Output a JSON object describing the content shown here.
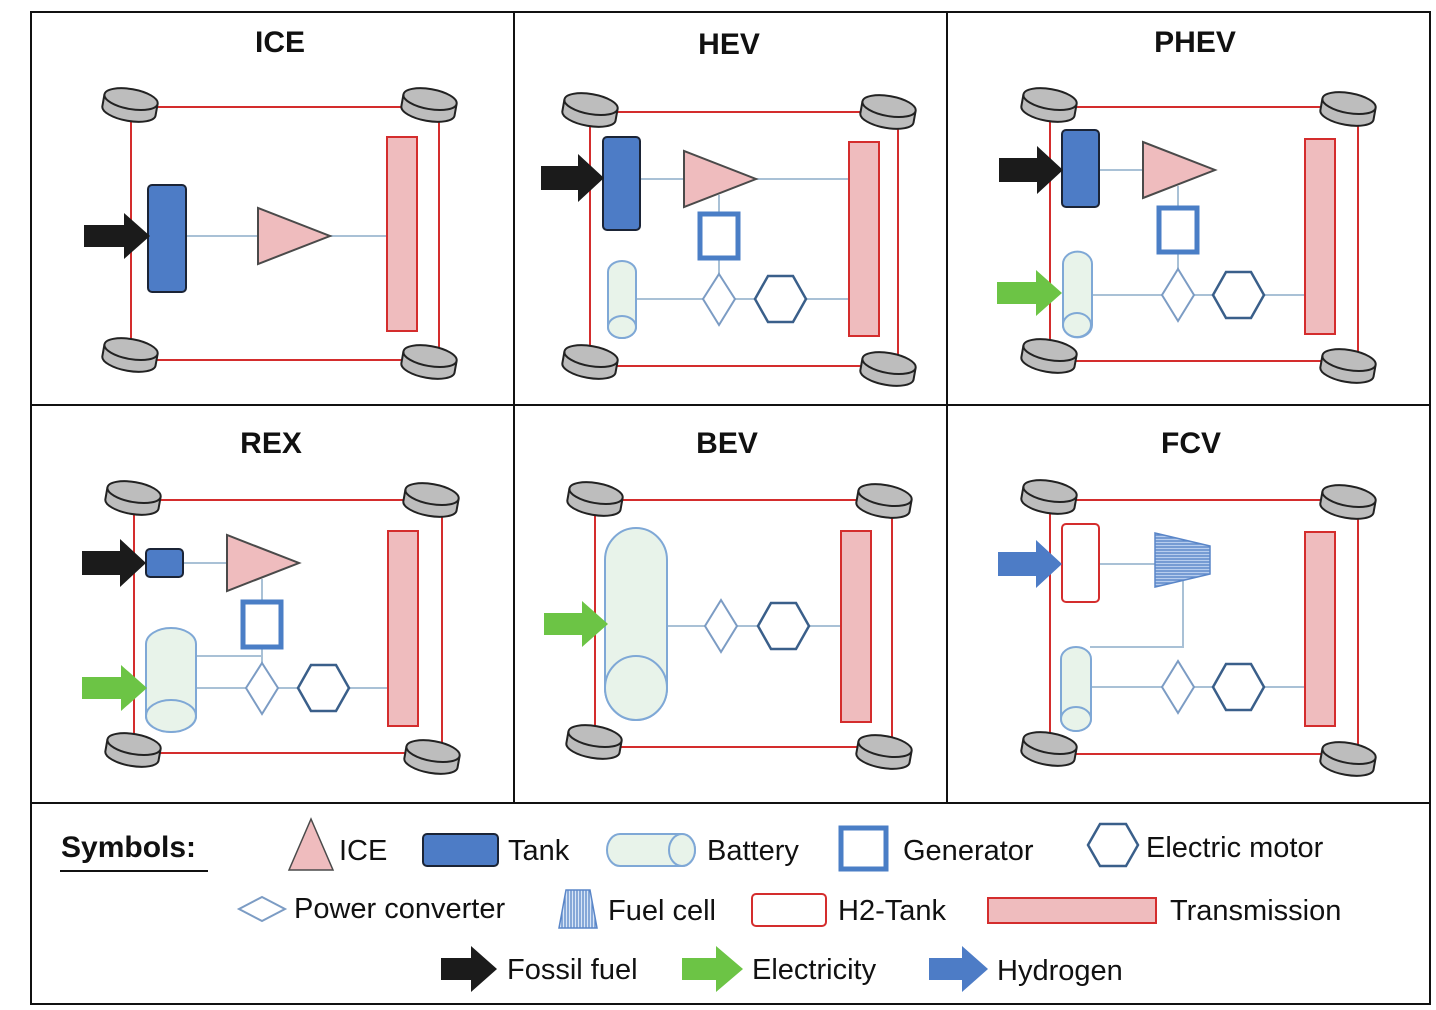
{
  "panels": [
    {
      "title": "ICE"
    },
    {
      "title": "HEV"
    },
    {
      "title": "PHEV"
    },
    {
      "title": "REX"
    },
    {
      "title": "BEV"
    },
    {
      "title": "FCV"
    }
  ],
  "legend": {
    "heading": "Symbols:",
    "items": [
      {
        "label": "ICE",
        "symbol": "ice-triangle"
      },
      {
        "label": "Tank",
        "symbol": "tank"
      },
      {
        "label": "Battery",
        "symbol": "battery"
      },
      {
        "label": "Generator",
        "symbol": "generator"
      },
      {
        "label": "Electric motor",
        "symbol": "electric-motor"
      },
      {
        "label": "Power converter",
        "symbol": "power-converter"
      },
      {
        "label": "Fuel cell",
        "symbol": "fuel-cell"
      },
      {
        "label": "H2-Tank",
        "symbol": "h2-tank"
      },
      {
        "label": "Transmission",
        "symbol": "transmission"
      },
      {
        "label": "Fossil fuel",
        "symbol": "fossil-fuel-arrow"
      },
      {
        "label": "Electricity",
        "symbol": "electricity-arrow"
      },
      {
        "label": "Hydrogen",
        "symbol": "hydrogen-arrow"
      }
    ]
  },
  "colors": {
    "ice_fill": "#efbcbe",
    "ice_stroke": "#4a4a4a",
    "tank_fill": "#4d7cc6",
    "tank_stroke": "#1b2436",
    "battery_fill": "#e8f3ea",
    "battery_stroke": "#7fa8d6",
    "generator_stroke": "#4a7ec6",
    "motor_stroke": "#3a5f8a",
    "converter_stroke": "#7c9cc4",
    "fuelcell_fill": "#9fbce6",
    "fuelcell_stroke": "#5a86c8",
    "h2tank_stroke": "#d42d2d",
    "transmission_fill": "#efbcbe",
    "transmission_stroke": "#d42d2d",
    "frame_stroke": "#d42d2d",
    "wire": "#a9c1d6",
    "wheel_fill": "#bdbdbd",
    "wheel_stroke": "#222222",
    "fossil_arrow": "#1b1b1b",
    "electricity_arrow": "#6cc445",
    "hydrogen_arrow": "#4d7cc6"
  }
}
